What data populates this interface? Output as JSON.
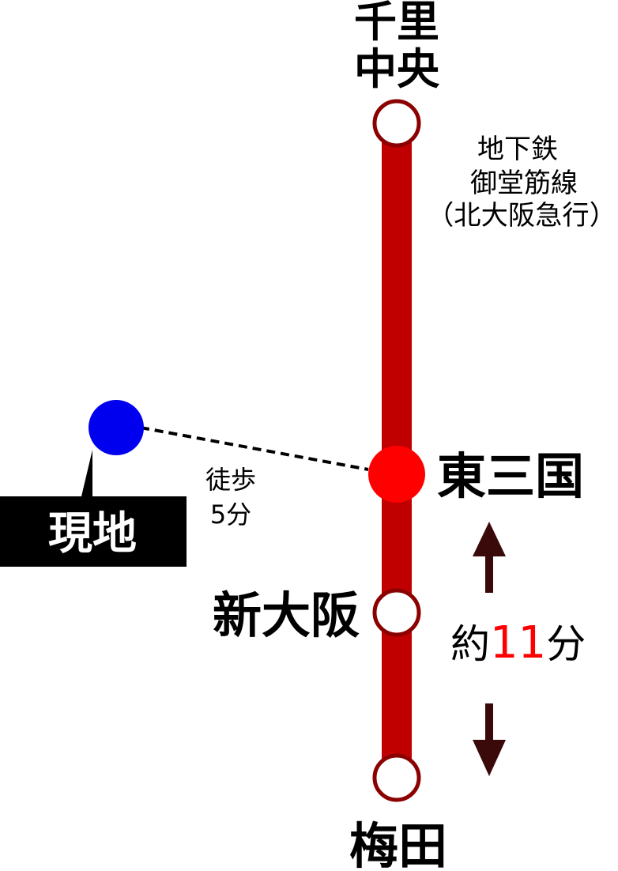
{
  "stations": {
    "senri_chuo": {
      "line1": "千里",
      "line2": "中央"
    },
    "higashi_mikuni": "東三国",
    "shin_osaka": "新大阪",
    "umeda": "梅田"
  },
  "line": {
    "line1": "地下鉄",
    "line2": "御堂筋線",
    "line3": "（北大阪急行）",
    "color": "#c00000"
  },
  "current_location": {
    "label": "現地",
    "color": "#0000ee"
  },
  "walk": {
    "line1": "徒歩",
    "line2": "5分"
  },
  "travel_time": {
    "prefix": "約",
    "minutes": "11",
    "suffix": "分",
    "highlight_color": "#ff0000"
  },
  "colors": {
    "current_station": "#ff0000",
    "arrow": "#3a0a0a"
  }
}
